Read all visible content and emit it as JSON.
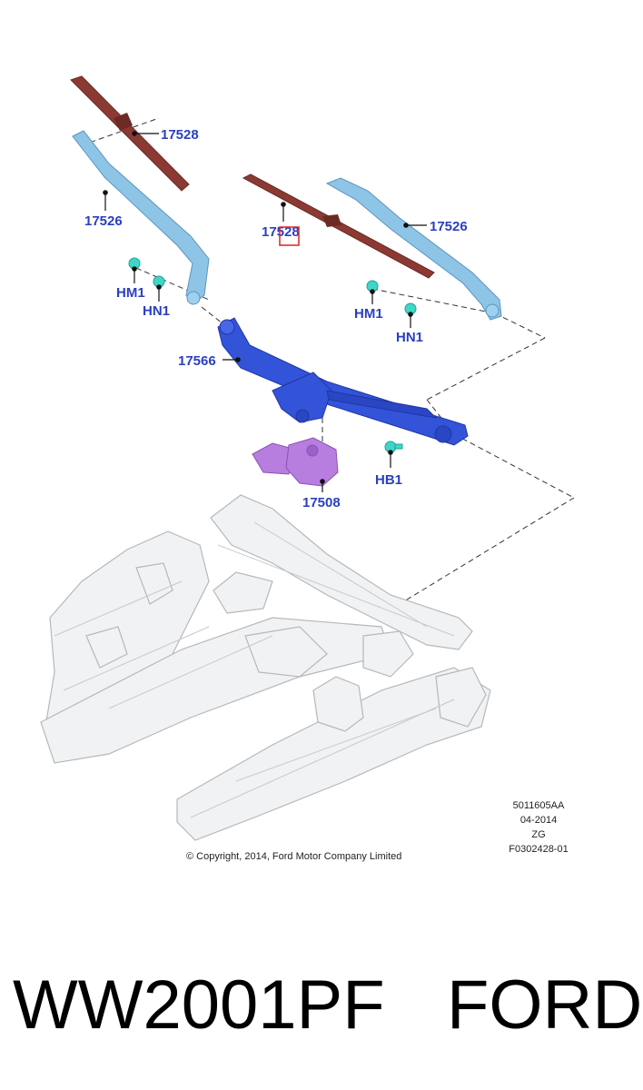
{
  "callouts": {
    "blade_left": "17528",
    "arm_left": "17526",
    "blade_right": "17528",
    "arm_right": "17526",
    "hm1_left": "HM1",
    "hn1_left": "HN1",
    "hm1_right": "HM1",
    "hn1_right": "HN1",
    "linkage": "17566",
    "motor": "17508",
    "hb1": "HB1"
  },
  "meta": {
    "code": "5011605AA",
    "date": "04-2014",
    "zg": "ZG",
    "figure": "F0302428-01"
  },
  "copyright": "© Copyright, 2014, Ford Motor Company Limited",
  "bottom": {
    "part_number": "WW2001PF",
    "brand": "FORD"
  },
  "colors": {
    "blade": "#8b3a33",
    "arm": "#8ec4e6",
    "linkage": "#3354d8",
    "motor": "#b77ee0",
    "fastener": "#3fd6c8",
    "callout_text": "#2a3fc2",
    "highlight_box": "#e02020"
  }
}
